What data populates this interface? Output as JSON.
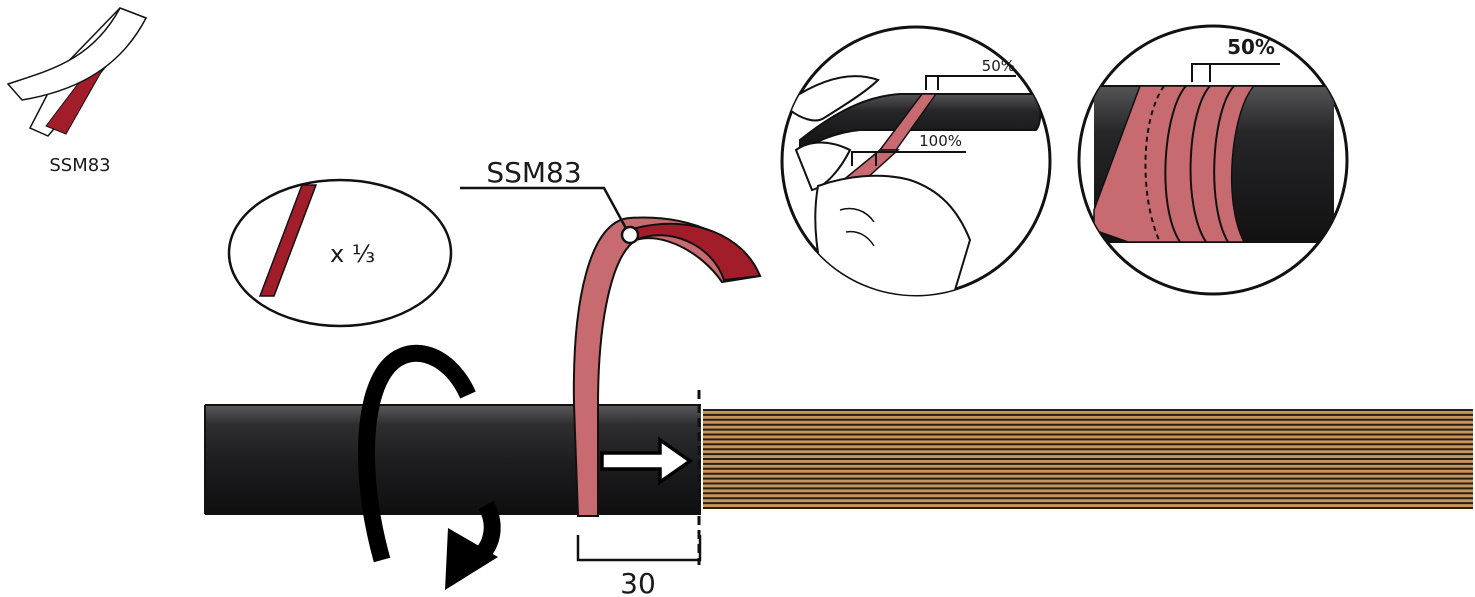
{
  "labels": {
    "product_small": "SSM83",
    "product_main": "SSM83",
    "fraction": "x ⅓",
    "dimension": "30",
    "overlap_top": "50%",
    "overlap_full": "100%",
    "overlap_detail": "50%"
  },
  "colors": {
    "tape_dark": "#a21d2a",
    "tape_light": "#c86b70",
    "cable": "#2d2d2f",
    "wire_light": "#c8955c",
    "wire_dark": "#2a1d12",
    "outline": "#111111"
  }
}
